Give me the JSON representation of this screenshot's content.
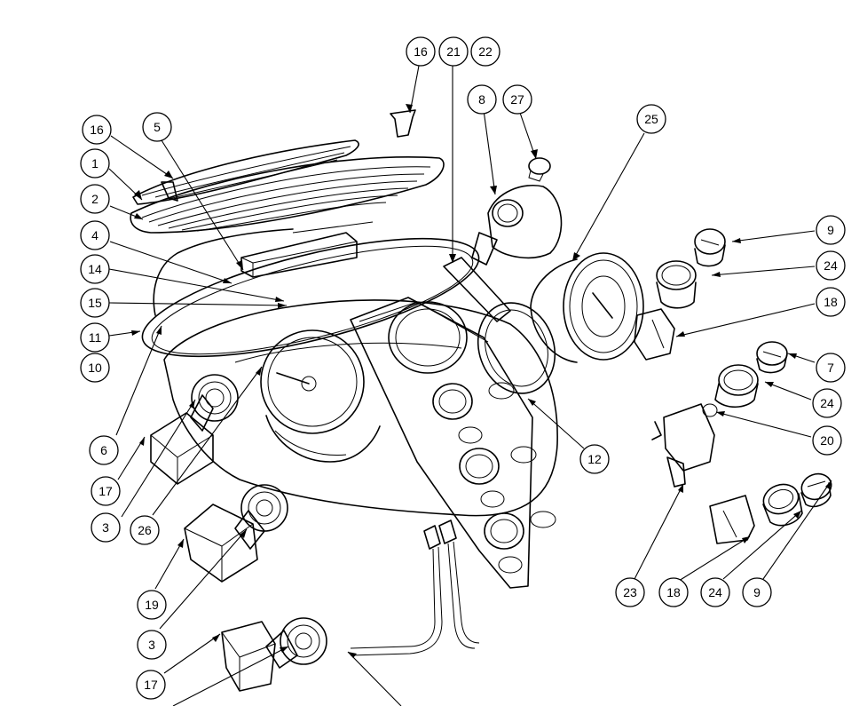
{
  "callouts": [
    {
      "id": "c16a",
      "label": "16"
    },
    {
      "id": "c21",
      "label": "21"
    },
    {
      "id": "c22",
      "label": "22"
    },
    {
      "id": "c8",
      "label": "8"
    },
    {
      "id": "c27",
      "label": "27"
    },
    {
      "id": "c25",
      "label": "25"
    },
    {
      "id": "c16b",
      "label": "16"
    },
    {
      "id": "c5",
      "label": "5"
    },
    {
      "id": "c1",
      "label": "1"
    },
    {
      "id": "c2",
      "label": "2"
    },
    {
      "id": "c4",
      "label": "4"
    },
    {
      "id": "c14",
      "label": "14"
    },
    {
      "id": "c15",
      "label": "15"
    },
    {
      "id": "c11",
      "label": "11"
    },
    {
      "id": "c10",
      "label": "10"
    },
    {
      "id": "c9a",
      "label": "9"
    },
    {
      "id": "c24a",
      "label": "24"
    },
    {
      "id": "c18a",
      "label": "18"
    },
    {
      "id": "c7",
      "label": "7"
    },
    {
      "id": "c24b",
      "label": "24"
    },
    {
      "id": "c20",
      "label": "20"
    },
    {
      "id": "c12",
      "label": "12"
    },
    {
      "id": "c6",
      "label": "6"
    },
    {
      "id": "c17a",
      "label": "17"
    },
    {
      "id": "c3a",
      "label": "3"
    },
    {
      "id": "c26",
      "label": "26"
    },
    {
      "id": "c19",
      "label": "19"
    },
    {
      "id": "c3b",
      "label": "3"
    },
    {
      "id": "c17b",
      "label": "17"
    },
    {
      "id": "c23",
      "label": "23"
    },
    {
      "id": "c18b",
      "label": "18"
    },
    {
      "id": "c24c",
      "label": "24"
    },
    {
      "id": "c9b",
      "label": "9"
    }
  ]
}
